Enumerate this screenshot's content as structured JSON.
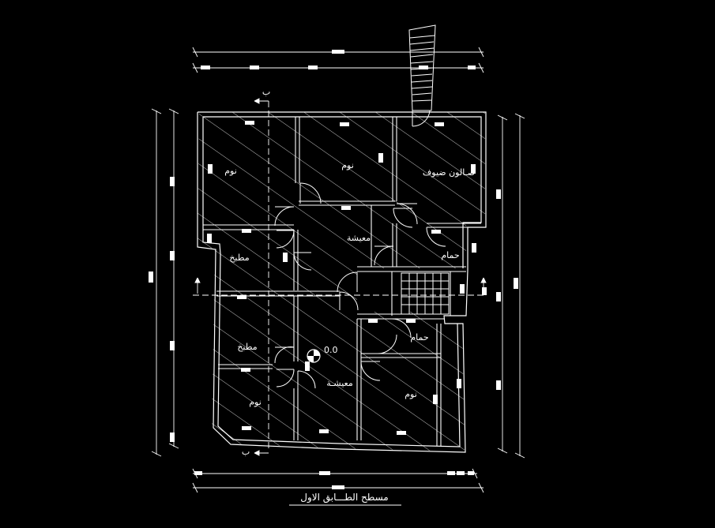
{
  "drawing": {
    "title": "مسطح الطـــابق الاول",
    "level_mark": "0.0",
    "section_mark_top": "ب",
    "section_mark_bottom": "ب"
  },
  "rooms": {
    "bedroom_top_left": "نوم",
    "bedroom_top_mid": "نوم",
    "guest_room": "صـالون ضيوف",
    "living_top": "معيشة",
    "kitchen_top": "مطبخ",
    "bath_top": "حمام",
    "kitchen_bottom": "مطبخ",
    "bath_bottom": "حمام",
    "bedroom_bottom_left": "نوم",
    "living_bottom": "معيشـة",
    "bedroom_bottom_right": "نوم"
  },
  "colors": {
    "background": "#000000",
    "lines": "#ffffff"
  }
}
